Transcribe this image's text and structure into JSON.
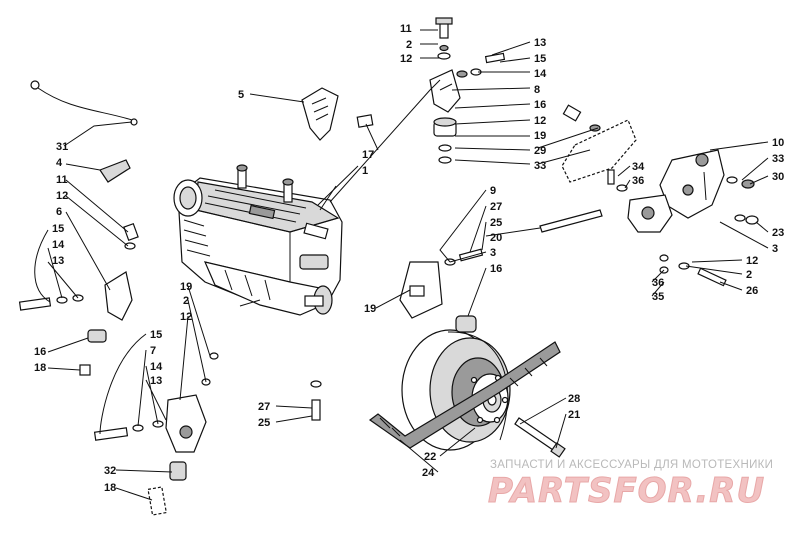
{
  "watermark": {
    "caption": "ЗАПЧАСТИ И АКСЕССУАРЫ ДЛЯ МОТОТЕХНИКИ",
    "brand": "PARTSFOR.RU"
  },
  "callouts": [
    "11",
    "2",
    "12",
    "13",
    "15",
    "14",
    "8",
    "16",
    "12",
    "19",
    "29",
    "33",
    "10",
    "33",
    "30",
    "34",
    "36",
    "23",
    "3",
    "12",
    "2",
    "26",
    "36",
    "35",
    "5",
    "17",
    "1",
    "31",
    "4",
    "11",
    "12",
    "6",
    "15",
    "14",
    "13",
    "16",
    "18",
    "9",
    "27",
    "25",
    "20",
    "3",
    "16",
    "19",
    "19",
    "2",
    "12",
    "15",
    "7",
    "14",
    "13",
    "27",
    "25",
    "32",
    "18",
    "28",
    "21",
    "22",
    "24"
  ]
}
